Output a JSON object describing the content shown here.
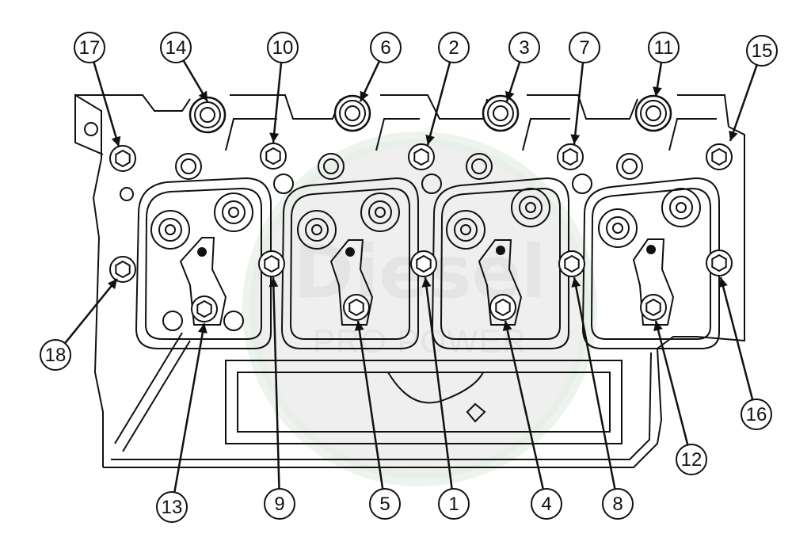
{
  "watermark": {
    "title": "Diesel",
    "subtitle": "PRO POWER"
  },
  "callouts": [
    {
      "num": "17"
    },
    {
      "num": "14"
    },
    {
      "num": "10"
    },
    {
      "num": "6"
    },
    {
      "num": "2"
    },
    {
      "num": "3"
    },
    {
      "num": "7"
    },
    {
      "num": "11"
    },
    {
      "num": "15"
    },
    {
      "num": "18"
    },
    {
      "num": "13"
    },
    {
      "num": "9"
    },
    {
      "num": "5"
    },
    {
      "num": "1"
    },
    {
      "num": "4"
    },
    {
      "num": "8"
    },
    {
      "num": "12"
    },
    {
      "num": "16"
    }
  ]
}
